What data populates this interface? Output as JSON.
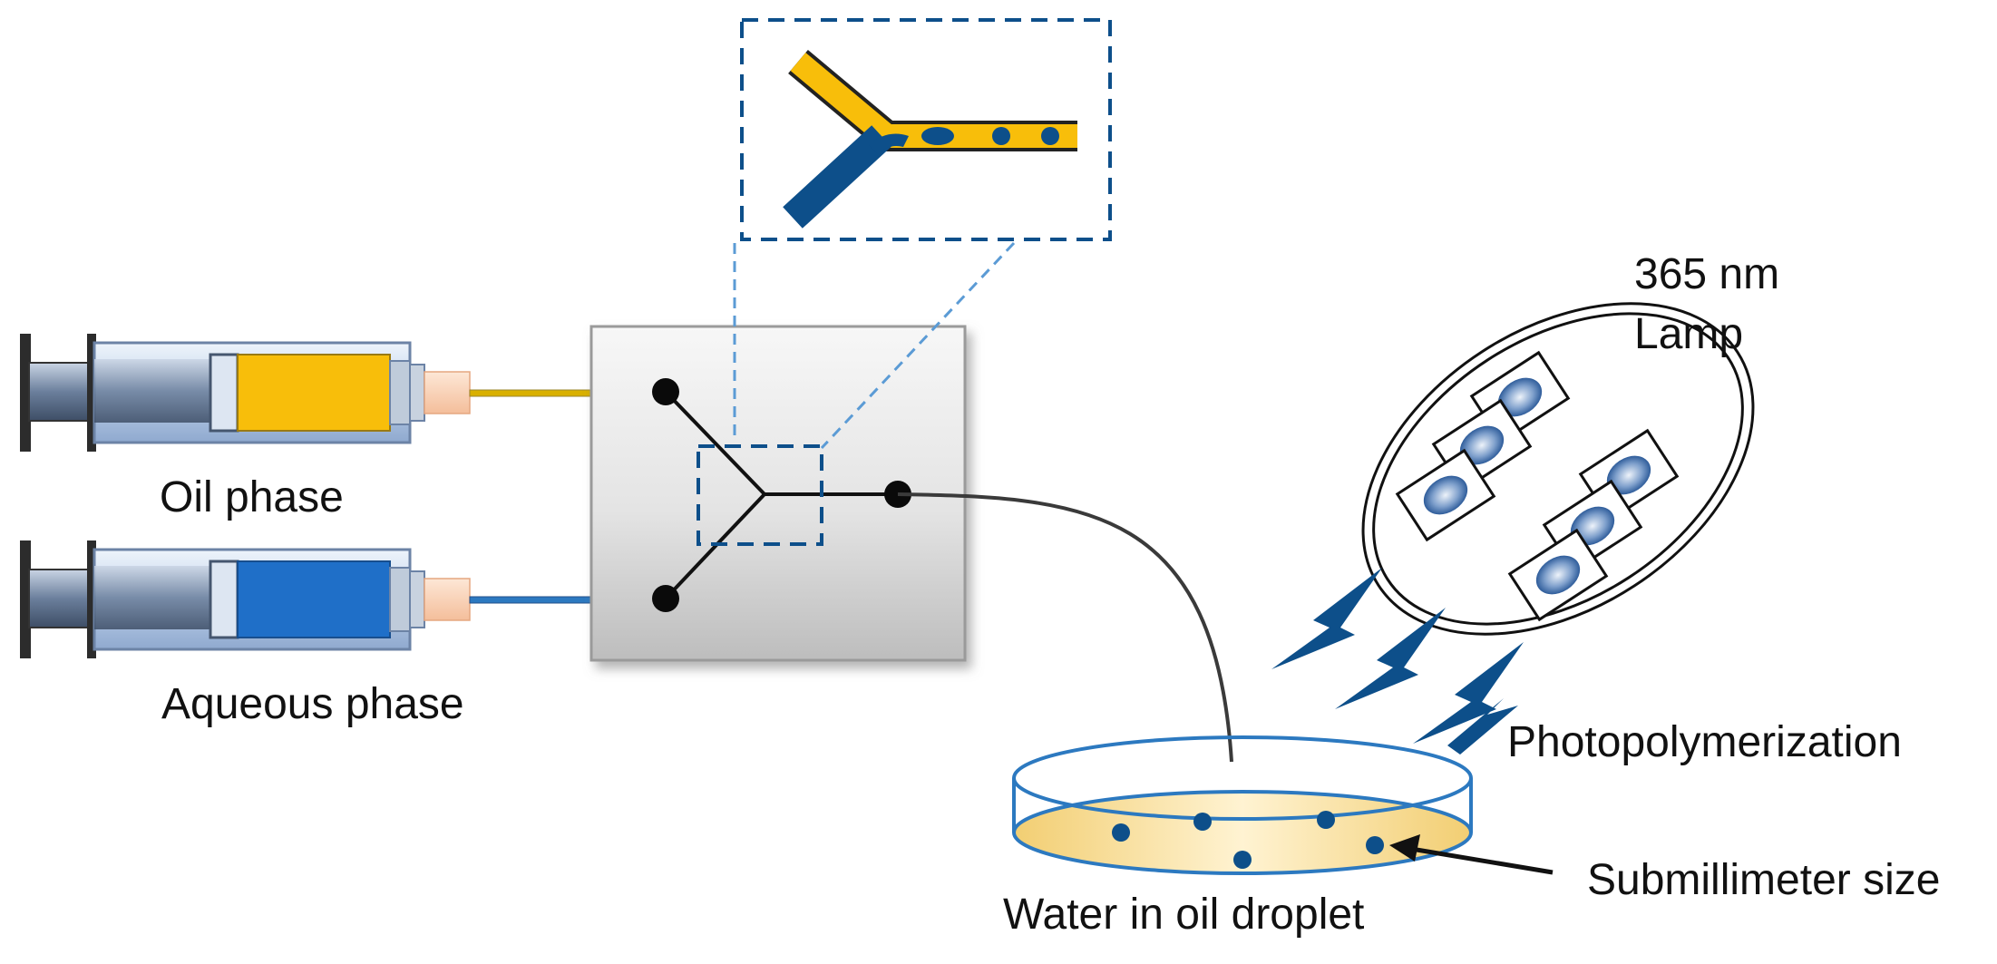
{
  "labels": {
    "oil_phase": "Oil phase",
    "aqueous_phase": "Aqueous phase",
    "lamp_wavelength": "365 nm",
    "lamp": "Lamp",
    "photopolymerization": "Photopolymerization",
    "submillimeter_size": "Submillimeter size",
    "water_in_oil_droplet": "Water in oil droplet"
  },
  "colors": {
    "oil": "#F8BE0A",
    "aqueous": "#1F6FC8",
    "navy": "#0D4F8A",
    "chip_light": "#F6F6F6",
    "chip_dark": "#A8A8A8",
    "dish_fill": "#F7D98A"
  },
  "icons": {
    "oil_syringe": "syringe-icon",
    "aqueous_syringe": "syringe-icon",
    "chip": "microfluidic-chip-icon",
    "lamp": "uv-lamp-icon",
    "dish": "petri-dish-icon",
    "light_rays": "lightning-bolt-icon"
  }
}
